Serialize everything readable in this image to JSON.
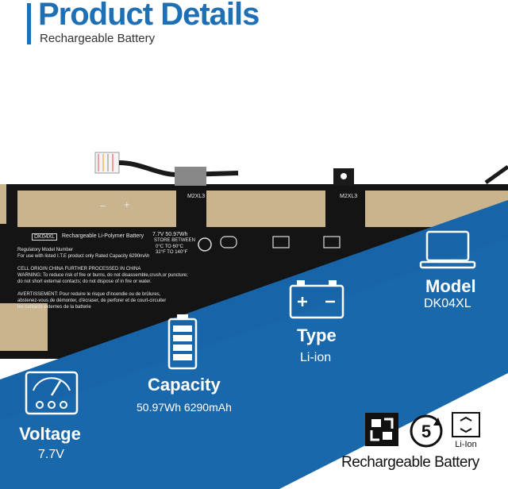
{
  "header": {
    "title": "Product Details",
    "subtitle": "Rechargeable Battery"
  },
  "battery_label": {
    "model_code": "DK04XL",
    "product_line": "Rechargeable Li-Polymer Battery",
    "screw_left": "M2XL3",
    "screw_right": "M2XL3",
    "minus": "−",
    "plus": "+",
    "rating": "7.7V 50.97Wh",
    "store": "STORE BETWEEN",
    "temp1": "0°C TO 60°C",
    "temp2": "32°F TO 140°F",
    "regulatory": "Regulatory Model Number",
    "use_with": "For use with listed I.T.E product only",
    "rated_capacity": "Rated Capacity 6290mAh",
    "cell_origin": "CELL ORIGIN CHINA FURTHER PROCESSED IN CHINA",
    "warning": "WARNING: To reduce risk of fire or burns, do not disassemble,crush,or puncture;",
    "warning2": "do not short external contacts; do not dispose of in fire or water.",
    "avert": "AVERTISSEMENT: Pour reduire le risque d'incendie ou de brûlures,",
    "avert2": "abstenez-vous de démonter, d'écraser, de perforer et de court-circuiter",
    "avert3": "les contacts externes de la batterie"
  },
  "features": {
    "model": {
      "title": "Model",
      "value": "DK04XL",
      "icon": "laptop-icon"
    },
    "type": {
      "title": "Type",
      "value": "Li-ion",
      "icon": "car-battery-icon"
    },
    "capacity": {
      "title": "Capacity",
      "value": "50.97Wh 6290mAh",
      "icon": "battery-level-icon"
    },
    "voltage": {
      "title": "Voltage",
      "value": "7.7V",
      "icon": "voltmeter-icon"
    }
  },
  "footer": {
    "label": "Rechargeable Battery",
    "recycle_number": "5",
    "li_ion_badge": "Li-Ion"
  },
  "colors": {
    "brand_blue": "#1f6fb5",
    "panel_blue": "#1765a8",
    "tape": "#c9b48e"
  }
}
